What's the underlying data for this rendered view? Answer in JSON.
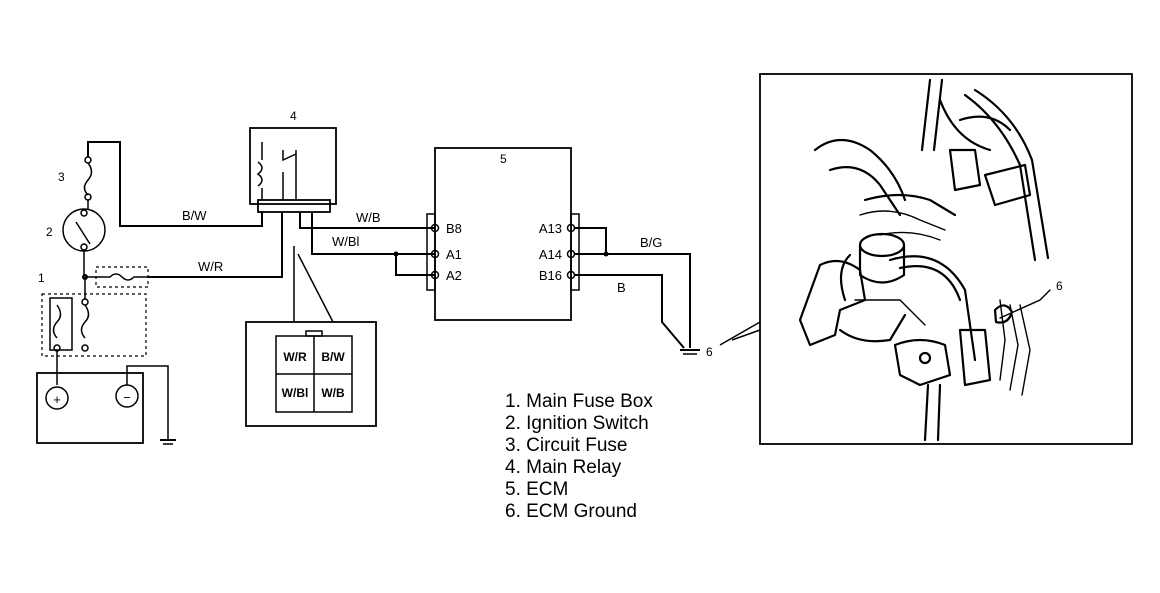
{
  "components": {
    "main_fuse_box": "1",
    "ignition_switch": "2",
    "circuit_fuse": "3",
    "main_relay": "4",
    "ecm": "5",
    "ecm_ground": "6",
    "photo_callout": "6"
  },
  "wires": {
    "bw": "B/W",
    "wr": "W/R",
    "wb": "W/B",
    "wbl": "W/Bl",
    "bg": "B/G",
    "b": "B"
  },
  "ecm_pins": {
    "b8": "B8",
    "a1": "A1",
    "a2": "A2",
    "a13": "A13",
    "a14": "A14",
    "b16": "B16"
  },
  "connector": {
    "top_left": "W/R",
    "top_right": "B/W",
    "bottom_left": "W/Bl",
    "bottom_right": "W/B"
  },
  "battery": {
    "positive": "+",
    "negative": "−"
  },
  "legend": [
    "1. Main Fuse Box",
    "2. Ignition Switch",
    "3. Circuit Fuse",
    "4. Main Relay",
    "5. ECM",
    "6. ECM Ground"
  ]
}
